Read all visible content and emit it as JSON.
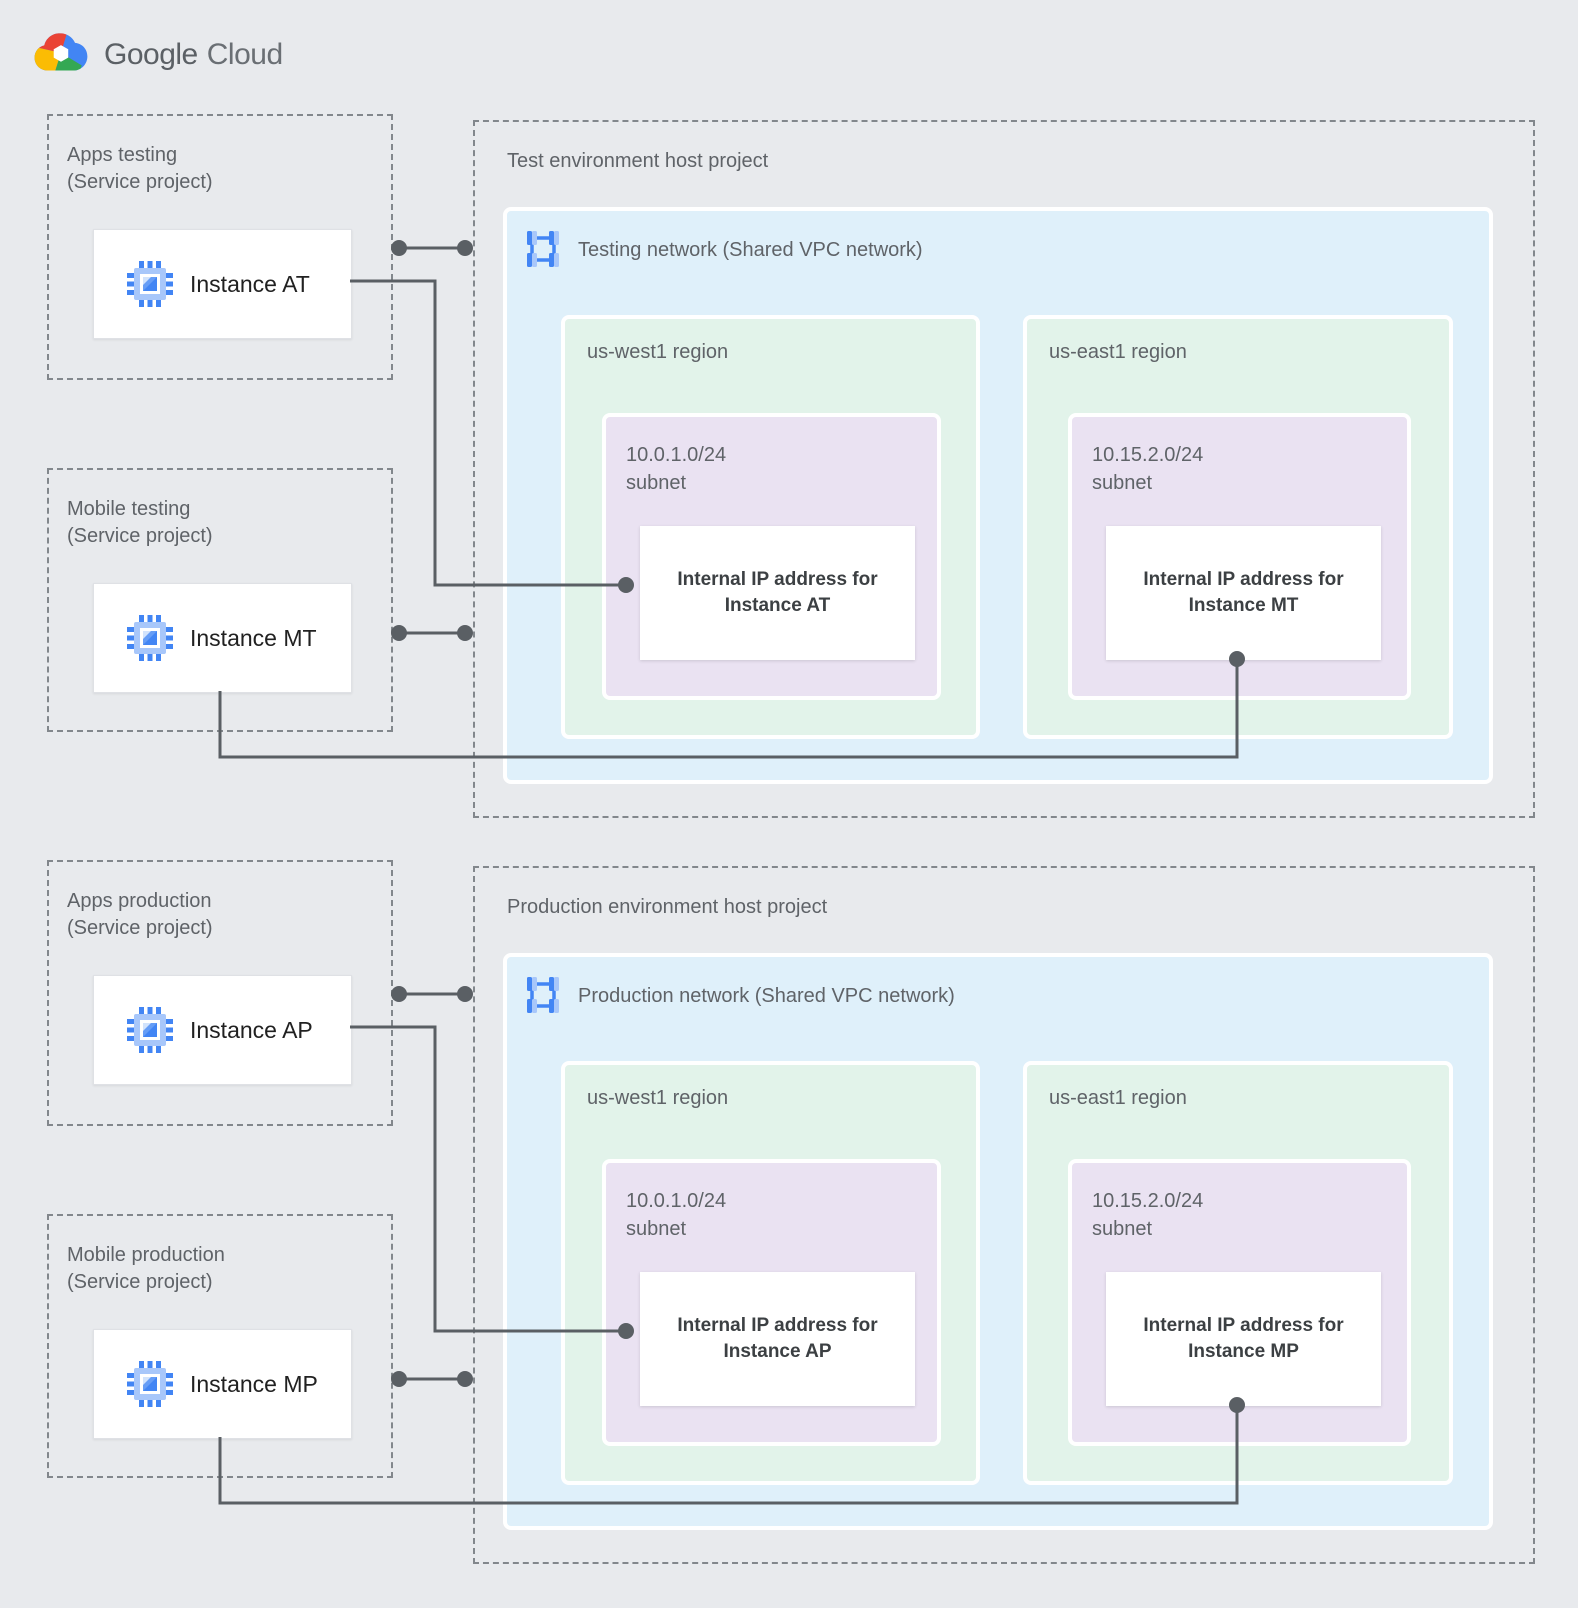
{
  "logo": {
    "brand_primary": "Google",
    "brand_secondary": "Cloud"
  },
  "palette": {
    "background": "#E8EAED",
    "network_zone": "#DFF0FA",
    "region_zone": "#E2F3EA",
    "subnet_zone": "#EAE2F2",
    "connector": "#5F6368",
    "icon_blue": "#4285F4",
    "icon_blue_light": "#A8C7FA",
    "google_red": "#EA4335",
    "google_yellow": "#FBBC04",
    "google_green": "#34A853",
    "google_blue": "#4285F4"
  },
  "sections": [
    {
      "id": "test",
      "service_projects": [
        {
          "name": "Apps testing",
          "type": "(Service project)",
          "instance": "Instance AT"
        },
        {
          "name": "Mobile testing",
          "type": "(Service project)",
          "instance": "Instance MT"
        }
      ],
      "host": {
        "title": "Test environment host project",
        "network": "Testing network (Shared VPC network)",
        "regions": [
          {
            "name": "us-west1 region",
            "subnet": "10.0.1.0/24\nsubnet",
            "ip_card": "Internal IP address for\nInstance AT"
          },
          {
            "name": "us-east1 region",
            "subnet": "10.15.2.0/24\nsubnet",
            "ip_card": "Internal IP address for\nInstance MT"
          }
        ]
      }
    },
    {
      "id": "production",
      "service_projects": [
        {
          "name": "Apps production",
          "type": "(Service project)",
          "instance": "Instance AP"
        },
        {
          "name": "Mobile production",
          "type": "(Service project)",
          "instance": "Instance MP"
        }
      ],
      "host": {
        "title": "Production environment host project",
        "network": "Production network (Shared VPC network)",
        "regions": [
          {
            "name": "us-west1 region",
            "subnet": "10.0.1.0/24\nsubnet",
            "ip_card": "Internal IP address for\nInstance AP"
          },
          {
            "name": "us-east1 region",
            "subnet": "10.15.2.0/24\nsubnet",
            "ip_card": "Internal IP address for\nInstance MP"
          }
        ]
      }
    }
  ]
}
